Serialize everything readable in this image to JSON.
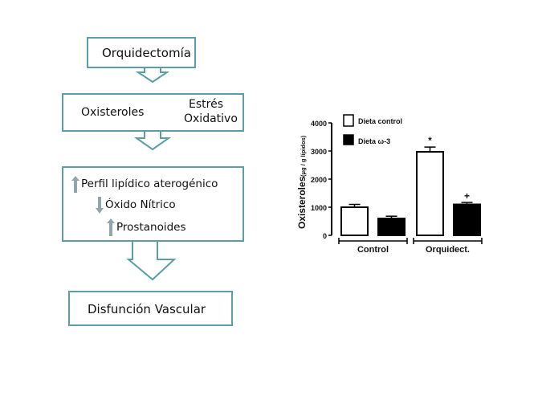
{
  "diagram": {
    "step1": "Orquidectomía",
    "step2": {
      "item1": "Oxisteroles",
      "item2_line1": "Estrés",
      "item2_line2": "Oxidativo"
    },
    "step3": {
      "item1": "Perfil lipídico aterogénico",
      "item2": "Óxido Nítrico",
      "item3": "Prostanoides"
    },
    "step4": "Disfunción Vascular",
    "colors": {
      "border": "#5b9ea6",
      "up_arrow": "#5aa7b0",
      "gray_arrow": "#8fa6ab"
    }
  },
  "chart_data": {
    "type": "bar",
    "categories": [
      "Control",
      "Orquidect."
    ],
    "series": [
      {
        "name": "Dieta control",
        "color": "#ffffff",
        "values": [
          1000,
          2970
        ],
        "errors": [
          100,
          170
        ],
        "annotations": [
          "",
          "*"
        ]
      },
      {
        "name": "Dieta ω-3",
        "color": "#000000",
        "values": [
          600,
          1100
        ],
        "errors": [
          80,
          70
        ],
        "annotations": [
          "",
          "+"
        ]
      }
    ],
    "ylabel": "Oxisteroles",
    "ylabel_units": "(μg / g lípidos)",
    "ylim": [
      0,
      4000
    ],
    "yticks": [
      "0",
      "1000",
      "2000",
      "3000",
      "4000"
    ],
    "legend_position": "top-left"
  }
}
